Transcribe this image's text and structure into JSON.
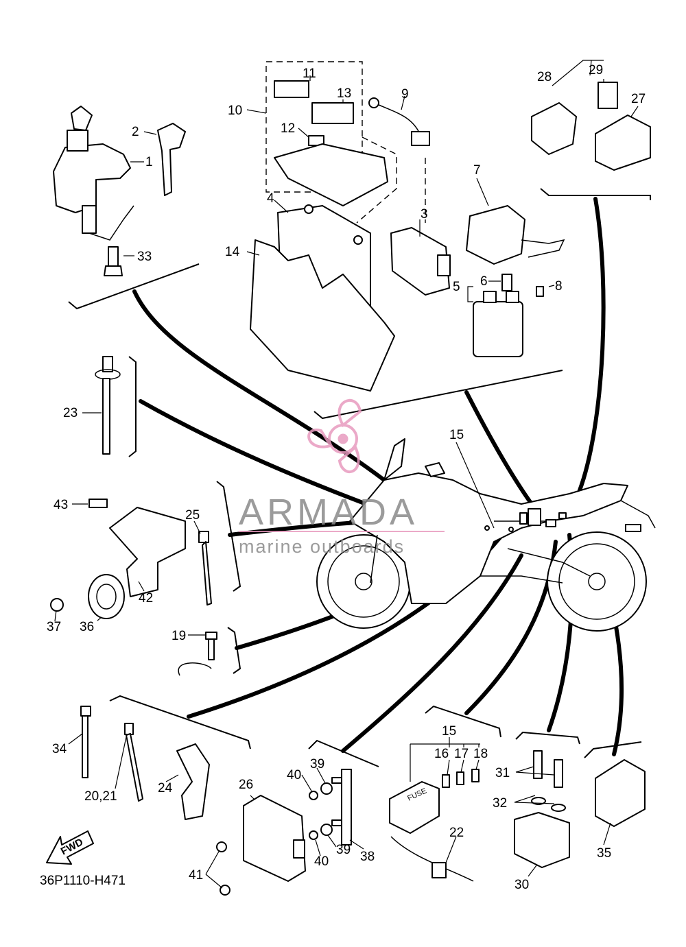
{
  "diagram_code": "36P1110-H471",
  "fwd_label": "FWD",
  "fuse_box_text": "FUSE",
  "watermark": {
    "brand": "ARMADA",
    "tagline": "marine outboards",
    "color": "#e89bbf"
  },
  "callouts": {
    "p1": "1",
    "p2": "2",
    "p3": "3",
    "p4": "4",
    "p5": "5",
    "p6": "6",
    "p7": "7",
    "p8": "8",
    "p9": "9",
    "p10": "10",
    "p11": "11",
    "p12": "12",
    "p13": "13",
    "p14": "14",
    "p15a": "15",
    "p15b": "15",
    "p16": "16",
    "p17": "17",
    "p18": "18",
    "p19": "19",
    "p2021": "20,21",
    "p22": "22",
    "p23": "23",
    "p24": "24",
    "p25": "25",
    "p26": "26",
    "p27": "27",
    "p28": "28",
    "p29": "29",
    "p30": "30",
    "p31": "31",
    "p32": "32",
    "p33": "33",
    "p34": "34",
    "p35": "35",
    "p36": "36",
    "p37": "37",
    "p38": "38",
    "p39a": "39",
    "p39b": "39",
    "p40a": "40",
    "p40b": "40",
    "p41": "41",
    "p42": "42",
    "p43": "43"
  }
}
